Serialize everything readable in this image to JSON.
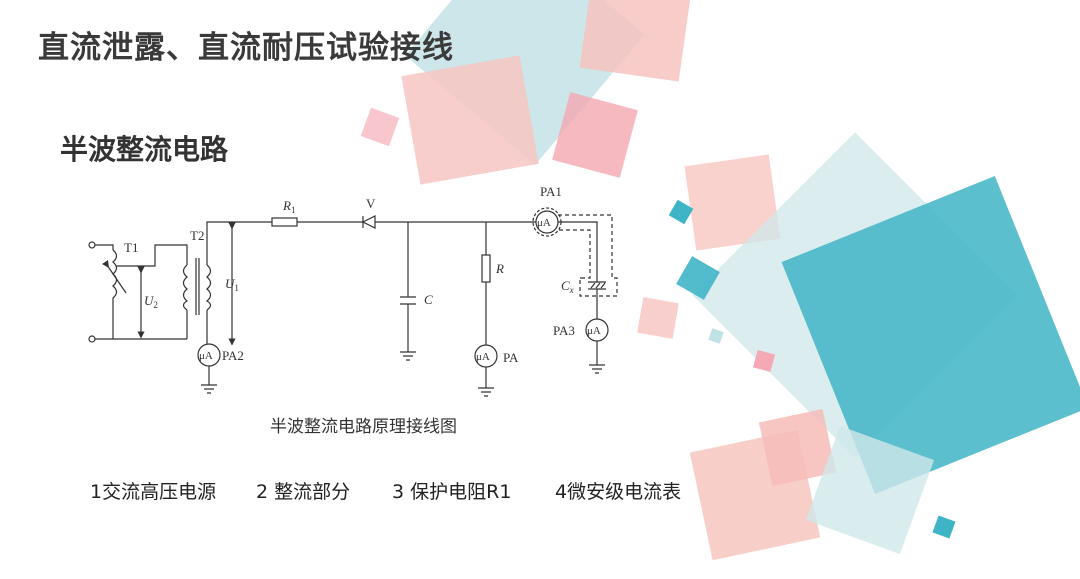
{
  "title": "直流泄露、直流耐压试验接线",
  "subtitle": "半波整流电路",
  "diagram": {
    "caption": "半波整流电路原理接线图",
    "labels": {
      "t1": "T1",
      "t2": "T2",
      "u2": "U",
      "u2_sub": "2",
      "u1": "U",
      "u1_sub": "1",
      "r1": "R",
      "r1_sub": "1",
      "v": "V",
      "c": "C",
      "r": "R",
      "cx": "C",
      "cx_sub": "x",
      "pa": "PA",
      "pa1": "PA1",
      "pa2": "PA2",
      "pa3": "PA3",
      "meter": "μA"
    }
  },
  "legend": [
    "1交流高压电源",
    "2 整流部分",
    "3 保护电阻R1",
    "4微安级电流表"
  ],
  "colors": {
    "teal": "#3fb4c6",
    "pink": "#f4b3b0",
    "light_teal": "#bfe1e5"
  }
}
